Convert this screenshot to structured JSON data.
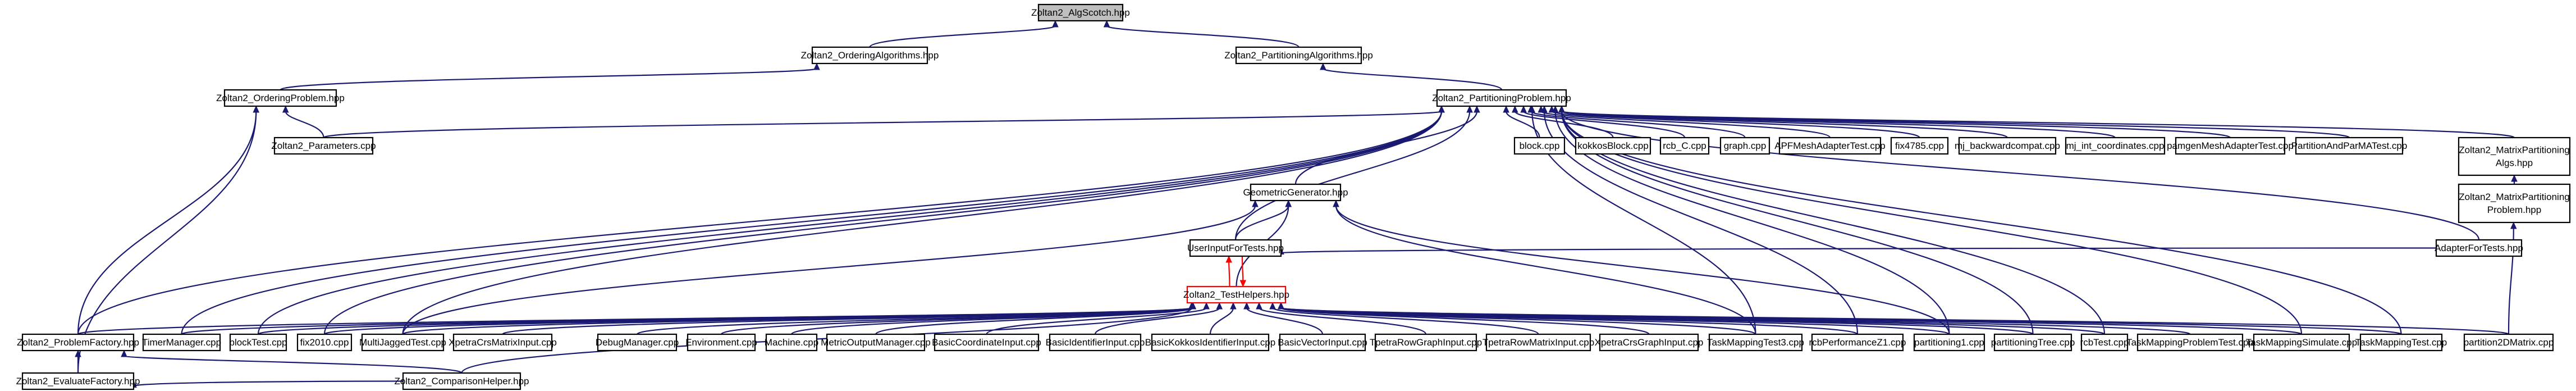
{
  "diagram": {
    "kind": "include-dependency-graph",
    "colors": {
      "edge": "#191970",
      "root_fill": "#bfbfbf",
      "alert_border": "#ff0000",
      "node_fill": "#ffffff"
    },
    "nodes": [
      {
        "id": "rootnode",
        "label": "Zoltan2_AlgScotch.hpp",
        "type": "root"
      },
      {
        "id": "ordalgs",
        "label": "Zoltan2_OrderingAlgorithms.hpp"
      },
      {
        "id": "partalgs",
        "label": "Zoltan2_PartitioningAlgorithms.hpp"
      },
      {
        "id": "ordprob",
        "label": "Zoltan2_OrderingProblem.hpp"
      },
      {
        "id": "partprob",
        "label": "Zoltan2_PartitioningProblem.hpp"
      },
      {
        "id": "params",
        "label": "Zoltan2_Parameters.cpp"
      },
      {
        "id": "geogen",
        "label": "GeometricGenerator.hpp"
      },
      {
        "id": "blockc",
        "label": "block.cpp"
      },
      {
        "id": "kokkosblock",
        "label": "kokkosBlock.cpp"
      },
      {
        "id": "rcbc",
        "label": "rcb_C.cpp"
      },
      {
        "id": "graph",
        "label": "graph.cpp"
      },
      {
        "id": "apfmesh",
        "label": "APFMeshAdapterTest.cpp"
      },
      {
        "id": "fix4785",
        "label": "fix4785.cpp"
      },
      {
        "id": "mjback",
        "label": "mj_backwardcompat.cpp"
      },
      {
        "id": "mjint",
        "label": "mj_int_coordinates.cpp"
      },
      {
        "id": "pamgen",
        "label": "pamgenMeshAdapterTest.cpp"
      },
      {
        "id": "pandpma",
        "label": "PartitionAndParMATest.cpp"
      },
      {
        "id": "matalgs",
        "label": "Zoltan2_MatrixPartitioning Algs.hpp"
      },
      {
        "id": "matprob",
        "label": "Zoltan2_MatrixPartitioning Problem.hpp"
      },
      {
        "id": "userinput",
        "label": "UserInputForTests.hpp"
      },
      {
        "id": "testhelpers",
        "label": "Zoltan2_TestHelpers.hpp",
        "type": "alert"
      },
      {
        "id": "adapterfor",
        "label": "AdapterForTests.hpp"
      },
      {
        "id": "probfactory",
        "label": "Zoltan2_ProblemFactory.hpp"
      },
      {
        "id": "timermgr",
        "label": "TimerManager.cpp"
      },
      {
        "id": "blocktest",
        "label": "blockTest.cpp"
      },
      {
        "id": "fix2010",
        "label": "fix2010.cpp"
      },
      {
        "id": "multijag",
        "label": "MultiJaggedTest.cpp"
      },
      {
        "id": "xpcrs",
        "label": "XpetraCrsMatrixInput.cpp"
      },
      {
        "id": "debugmgr",
        "label": "DebugManager.cpp"
      },
      {
        "id": "env",
        "label": "Environment.cpp"
      },
      {
        "id": "machine",
        "label": "Machine.cpp"
      },
      {
        "id": "metricmgr",
        "label": "MetricOutputManager.cpp"
      },
      {
        "id": "basiccoord",
        "label": "BasicCoordinateInput.cpp"
      },
      {
        "id": "basicid",
        "label": "BasicIdentifierInput.cpp"
      },
      {
        "id": "basickokkos",
        "label": "BasicKokkosIdentifierInput.cpp"
      },
      {
        "id": "basicvec",
        "label": "BasicVectorInput.cpp"
      },
      {
        "id": "tpgraph",
        "label": "TpetraRowGraphInput.cpp"
      },
      {
        "id": "tpmatrix",
        "label": "TpetraRowMatrixInput.cpp"
      },
      {
        "id": "xpgraph",
        "label": "XpetraCrsGraphInput.cpp"
      },
      {
        "id": "tm3",
        "label": "TaskMappingTest3.cpp"
      },
      {
        "id": "rcbperf",
        "label": "rcbPerformanceZ1.cpp"
      },
      {
        "id": "part1",
        "label": "partitioning1.cpp"
      },
      {
        "id": "parttree",
        "label": "partitioningTree.cpp"
      },
      {
        "id": "rcbtest",
        "label": "rcbTest.cpp"
      },
      {
        "id": "tmprob",
        "label": "TaskMappingProblemTest.cpp"
      },
      {
        "id": "tmsim",
        "label": "TaskMappingSimulate.cpp"
      },
      {
        "id": "tmtest",
        "label": "TaskMappingTest.cpp"
      },
      {
        "id": "p2d",
        "label": "partition2DMatrix.cpp"
      },
      {
        "id": "evalfactory",
        "label": "Zoltan2_EvaluateFactory.hpp"
      },
      {
        "id": "comphelper",
        "label": "Zoltan2_ComparisonHelper.hpp"
      }
    ],
    "edges": [
      {
        "from": "ordalgs",
        "to": "rootnode"
      },
      {
        "from": "partalgs",
        "to": "rootnode"
      },
      {
        "from": "ordprob",
        "to": "ordalgs"
      },
      {
        "from": "partprob",
        "to": "partalgs"
      },
      {
        "from": "params",
        "to": "ordprob"
      },
      {
        "from": "params",
        "to": "partprob"
      },
      {
        "from": "probfactory",
        "to": "ordprob"
      },
      {
        "from": "evalfactory",
        "to": "ordprob"
      },
      {
        "from": "geogen",
        "to": "partprob"
      },
      {
        "from": "blockc",
        "to": "partprob"
      },
      {
        "from": "kokkosblock",
        "to": "partprob"
      },
      {
        "from": "rcbc",
        "to": "partprob"
      },
      {
        "from": "graph",
        "to": "partprob"
      },
      {
        "from": "apfmesh",
        "to": "partprob"
      },
      {
        "from": "fix4785",
        "to": "partprob"
      },
      {
        "from": "mjback",
        "to": "partprob"
      },
      {
        "from": "mjint",
        "to": "partprob"
      },
      {
        "from": "pamgen",
        "to": "partprob"
      },
      {
        "from": "pandpma",
        "to": "partprob"
      },
      {
        "from": "matalgs",
        "to": "partprob"
      },
      {
        "from": "userinput",
        "to": "partprob"
      },
      {
        "from": "probfactory",
        "to": "partprob"
      },
      {
        "from": "timermgr",
        "to": "partprob"
      },
      {
        "from": "blocktest",
        "to": "partprob"
      },
      {
        "from": "fix2010",
        "to": "partprob"
      },
      {
        "from": "multijag",
        "to": "partprob"
      },
      {
        "from": "tm3",
        "to": "partprob"
      },
      {
        "from": "rcbperf",
        "to": "partprob"
      },
      {
        "from": "part1",
        "to": "partprob"
      },
      {
        "from": "parttree",
        "to": "partprob"
      },
      {
        "from": "rcbtest",
        "to": "partprob"
      },
      {
        "from": "tmsim",
        "to": "partprob"
      },
      {
        "from": "tmtest",
        "to": "partprob"
      },
      {
        "from": "adapterfor",
        "to": "partprob"
      },
      {
        "from": "matprob",
        "to": "matalgs"
      },
      {
        "from": "p2d",
        "to": "matprob"
      },
      {
        "from": "userinput",
        "to": "geogen"
      },
      {
        "from": "testhelpers",
        "to": "geogen"
      },
      {
        "from": "tm3",
        "to": "geogen"
      },
      {
        "from": "part1",
        "to": "geogen"
      },
      {
        "from": "multijag",
        "to": "geogen"
      },
      {
        "from": "testhelpers",
        "to": "userinput",
        "red": true
      },
      {
        "from": "adapterfor",
        "to": "userinput"
      },
      {
        "from": "userinput",
        "to": "testhelpers",
        "red": true
      },
      {
        "from": "probfactory",
        "to": "testhelpers"
      },
      {
        "from": "timermgr",
        "to": "testhelpers"
      },
      {
        "from": "blocktest",
        "to": "testhelpers"
      },
      {
        "from": "fix2010",
        "to": "testhelpers"
      },
      {
        "from": "multijag",
        "to": "testhelpers"
      },
      {
        "from": "xpcrs",
        "to": "testhelpers"
      },
      {
        "from": "debugmgr",
        "to": "testhelpers"
      },
      {
        "from": "env",
        "to": "testhelpers"
      },
      {
        "from": "machine",
        "to": "testhelpers"
      },
      {
        "from": "metricmgr",
        "to": "testhelpers"
      },
      {
        "from": "basiccoord",
        "to": "testhelpers"
      },
      {
        "from": "basicid",
        "to": "testhelpers"
      },
      {
        "from": "basickokkos",
        "to": "testhelpers"
      },
      {
        "from": "basicvec",
        "to": "testhelpers"
      },
      {
        "from": "tpgraph",
        "to": "testhelpers"
      },
      {
        "from": "tpmatrix",
        "to": "testhelpers"
      },
      {
        "from": "xpgraph",
        "to": "testhelpers"
      },
      {
        "from": "tm3",
        "to": "testhelpers"
      },
      {
        "from": "rcbperf",
        "to": "testhelpers"
      },
      {
        "from": "part1",
        "to": "testhelpers"
      },
      {
        "from": "parttree",
        "to": "testhelpers"
      },
      {
        "from": "rcbtest",
        "to": "testhelpers"
      },
      {
        "from": "tmprob",
        "to": "testhelpers"
      },
      {
        "from": "tmsim",
        "to": "testhelpers"
      },
      {
        "from": "tmtest",
        "to": "testhelpers"
      },
      {
        "from": "p2d",
        "to": "testhelpers"
      },
      {
        "from": "comphelper",
        "to": "testhelpers"
      },
      {
        "from": "evalfactory",
        "to": "probfactory"
      },
      {
        "from": "comphelper",
        "to": "probfactory"
      },
      {
        "from": "comphelper",
        "to": "evalfactory"
      }
    ]
  }
}
